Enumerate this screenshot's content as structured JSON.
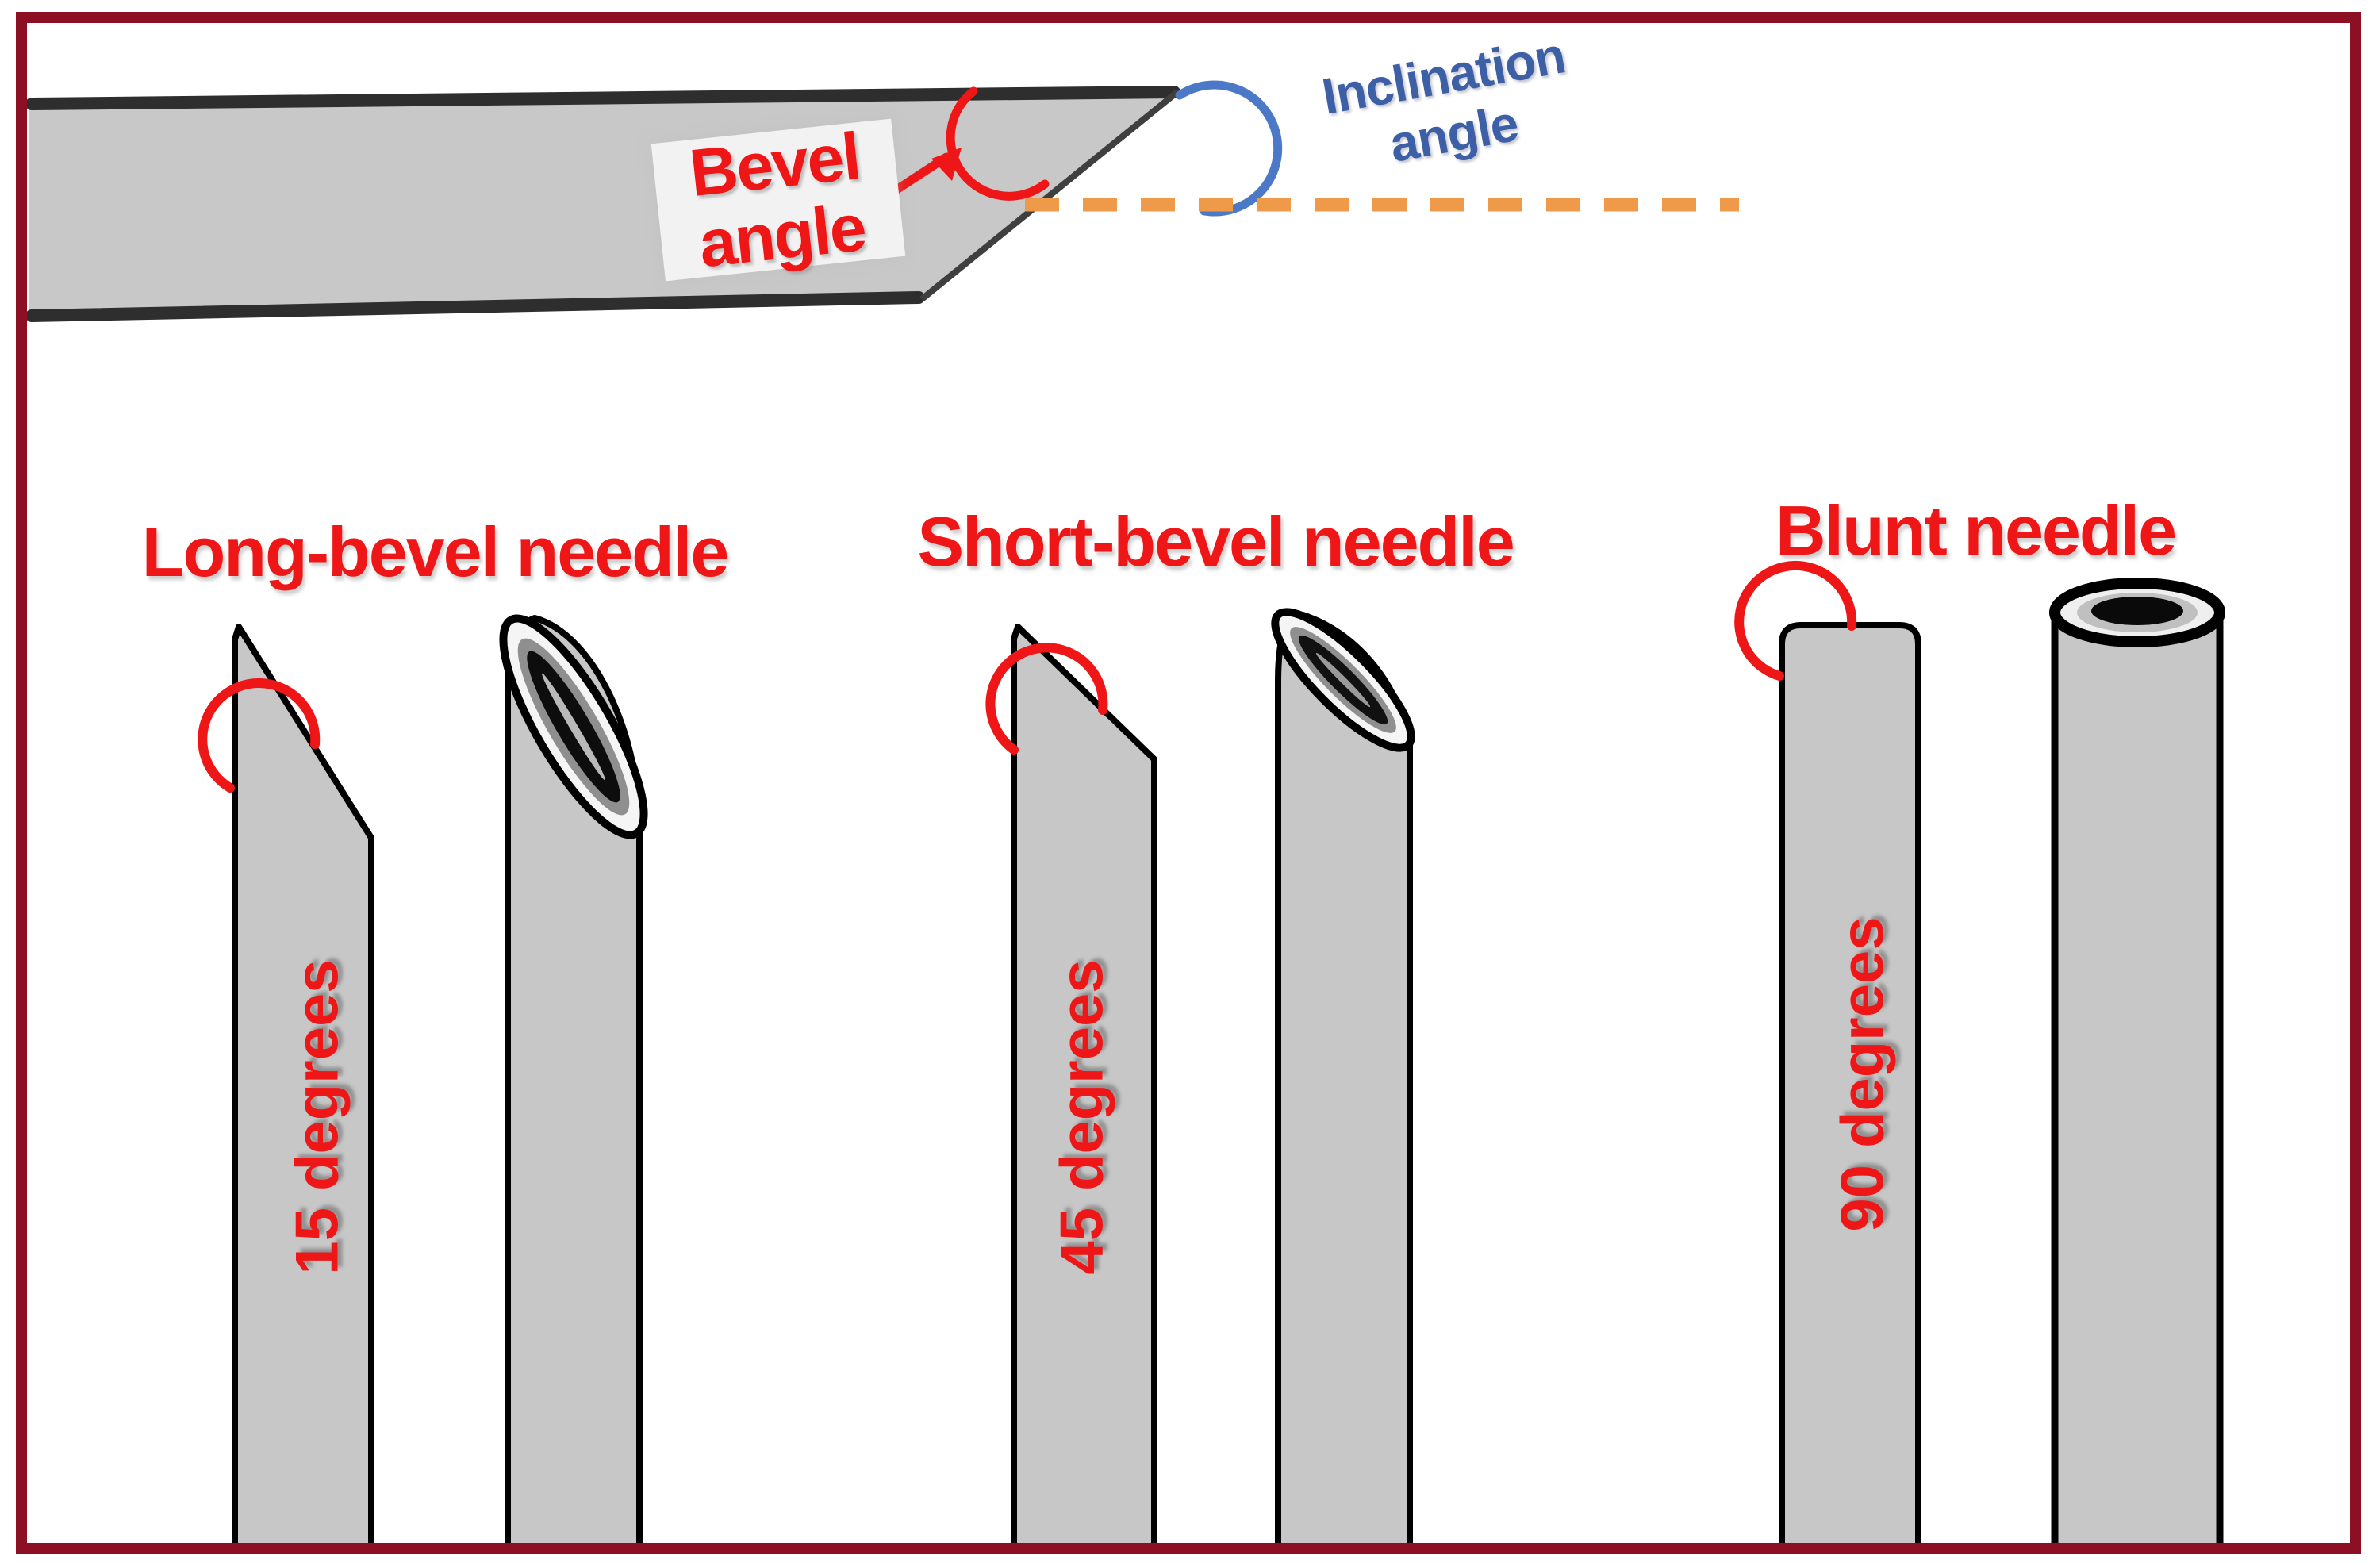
{
  "top_diagram": {
    "bevel_label": "Bevel angle",
    "inclination_label": "Inclination angle"
  },
  "groups": [
    {
      "title": "Long-bevel needle",
      "angle_label": "15 degrees"
    },
    {
      "title": "Short-bevel needle",
      "angle_label": "45 degrees"
    },
    {
      "title": "Blunt needle",
      "angle_label": "90 degrees"
    }
  ],
  "colors": {
    "accent_red": "#ee1616",
    "label_blue": "#3c5fa5",
    "arc_blue": "#4b79c7",
    "dash_orange": "#ef9a49",
    "border_maroon": "#8c0f24",
    "needle_gray": "#c7c7c7",
    "outline_black": "#000000"
  }
}
